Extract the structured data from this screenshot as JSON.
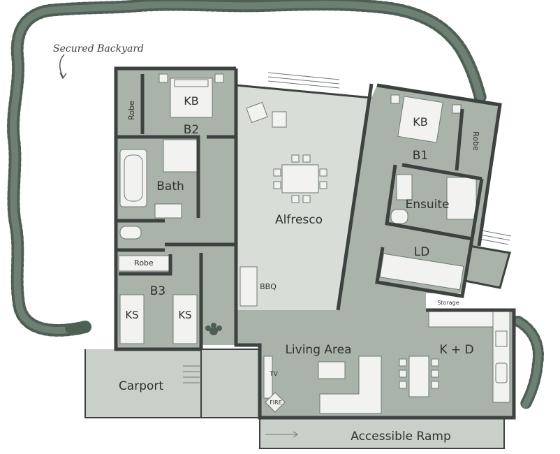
{
  "annotation": "Secured Backyard",
  "rooms": {
    "b2": "B2",
    "b2_bed": "KB",
    "b2_robe": "Robe",
    "bath": "Bath",
    "b3": "B3",
    "b3_robe": "Robe",
    "b3_bed_left": "KS",
    "b3_bed_right": "KS",
    "alfresco": "Alfresco",
    "bbq": "BBQ",
    "b1": "B1",
    "b1_bed": "KB",
    "b1_robe": "Robe",
    "ensuite": "Ensuite",
    "ld": "LD",
    "storage": "Storage",
    "living": "Living Area",
    "kd": "K + D",
    "tv": "TV",
    "fire": "FIRE",
    "carport": "Carport",
    "ramp": "Accessible Ramp"
  },
  "colors": {
    "room_fill": "#a9b3aa",
    "alfresco_fill": "#d9ddd8",
    "wall": "#3d4240",
    "hedge": "#5a6b5f",
    "furniture": "#f2f3f1"
  }
}
